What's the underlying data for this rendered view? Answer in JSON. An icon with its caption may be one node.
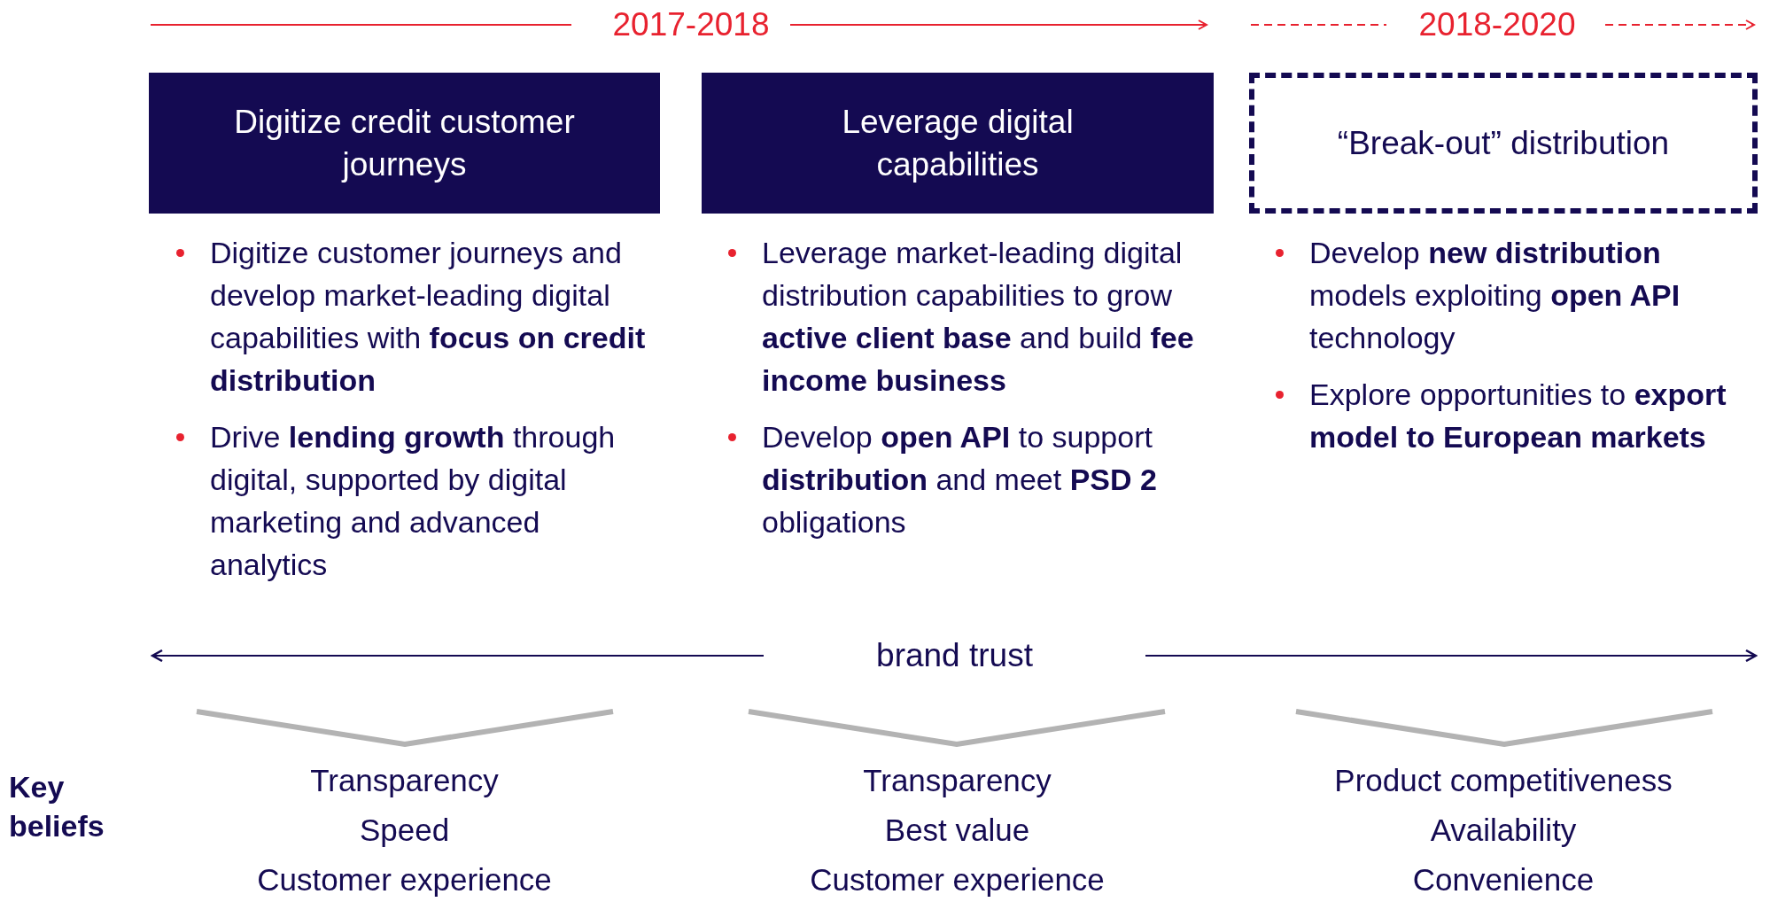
{
  "diagram": {
    "nodes": [
      {
        "text": [
          "Digitize credit customer journeys"
        ]
      },
      {
        "text": [
          "Leverage digital capabilities"
        ]
      },
      {
        "text": [
          "“Break-out” distribution"
        ]
      }
    ],
    "edges": [],
    "labels": [
      "2017-2018",
      "2018-2020",
      "Digitize customer journeys and develop market-leading digital capabilities with **focus on credit distribution**",
      "Drive **lending growth** through digital, supported by digital marketing and advanced analytics",
      "Leverage market-leading digital distribution capabilities to grow **active client base** and build **fee income business**",
      "Develop **open API** to support **distribution** and meet **PSD 2** obligations",
      "Develop **new distribution** models exploiting **open API** technology",
      "Explore opportunities to **export model to European markets**",
      "brand trust",
      "Key beliefs",
      "Transparency",
      "Speed",
      "Customer experience",
      "Transparency",
      "Best value",
      "Customer experience",
      "Product competitiveness",
      "Availability",
      "Convenience"
    ]
  }
}
